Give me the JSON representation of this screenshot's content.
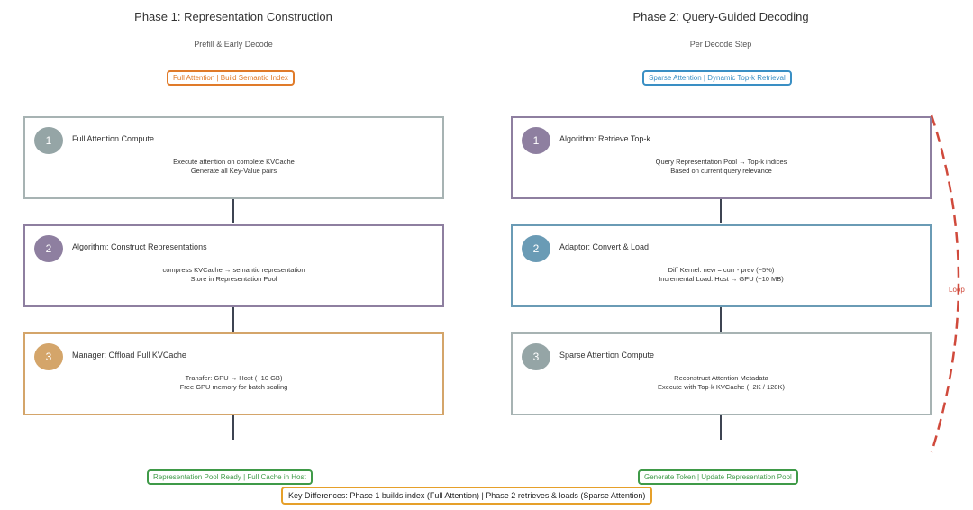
{
  "phase1": {
    "title": "Phase 1: Representation Construction",
    "subtitle": "Prefill & Early Decode",
    "tag": "Full Attention | Build Semantic Index",
    "steps": [
      {
        "number": "1",
        "title": "Full Attention Compute",
        "line1": "Execute attention on complete KVCache",
        "line2": "Generate all Key-Value pairs",
        "color": "#95a5a6"
      },
      {
        "number": "2",
        "title": "Algorithm: Construct Representations",
        "line1": "compress KVCache → semantic representation",
        "line2": "Store in Representation Pool",
        "color": "#8e7fa0"
      },
      {
        "number": "3",
        "title": "Manager: Offload Full KVCache",
        "line1": "Transfer: GPU → Host (~10 GB)",
        "line2": "Free GPU memory for batch scaling",
        "color": "#d4a56a"
      }
    ],
    "result": "Representation Pool Ready | Full Cache in Host"
  },
  "phase2": {
    "title": "Phase 2: Query-Guided Decoding",
    "subtitle": "Per Decode Step",
    "tag": "Sparse Attention | Dynamic Top-k Retrieval",
    "steps": [
      {
        "number": "1",
        "title": "Algorithm: Retrieve Top-k",
        "line1": "Query Representation Pool → Top-k indices",
        "line2": "Based on current query relevance",
        "color": "#8e7fa0"
      },
      {
        "number": "2",
        "title": "Adaptor: Convert & Load",
        "line1": "Diff Kernel: new = curr - prev (~5%)",
        "line2": "Incremental Load: Host → GPU (~10 MB)",
        "color": "#6a9bb5"
      },
      {
        "number": "3",
        "title": "Sparse Attention Compute",
        "line1": "Reconstruct Attention Metadata",
        "line2": "Execute with Top-k KVCache (~2K / 128K)",
        "color": "#95a5a6"
      }
    ],
    "result": "Generate Token | Update Representation Pool",
    "loop_label": "Loop"
  },
  "key_differences": "Key Differences:  Phase 1 builds index (Full Attention)  |  Phase 2 retrieves & loads (Sparse Attention)"
}
